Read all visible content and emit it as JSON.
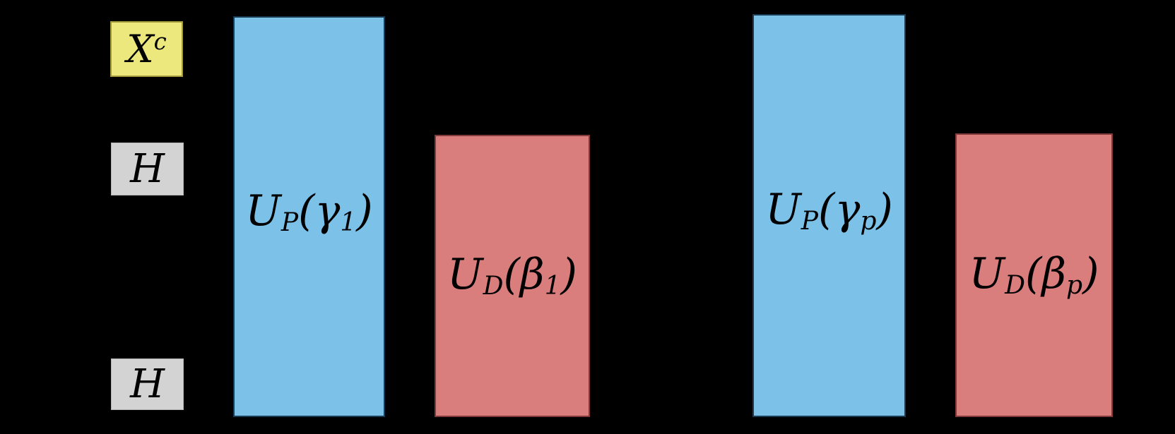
{
  "colors": {
    "background": "#000000",
    "text": "#000000",
    "blue_fill": "#7CC1E8",
    "blue_border": "#1B3C55",
    "red_fill": "#D97D7D",
    "red_border": "#803A3A",
    "yellow_fill": "#EDE87E",
    "yellow_border": "#A39B3E",
    "gray_fill": "#D3D3D3",
    "gray_border": "#B5B5B5"
  },
  "gates": {
    "xc": {
      "base": "X",
      "sup": "c"
    },
    "h_top": {
      "label": "H"
    },
    "h_bottom": {
      "label": "H"
    },
    "up1": {
      "u": "U",
      "usub": "P",
      "lparen": "(",
      "arg": "γ",
      "argsub": "1",
      "rparen": ")"
    },
    "ud1": {
      "u": "U",
      "usub": "D",
      "lparen": "(",
      "arg": "β",
      "argsub": "1",
      "rparen": ")"
    },
    "upp": {
      "u": "U",
      "usub": "P",
      "lparen": "(",
      "arg": "γ",
      "argsub": "p",
      "rparen": ")"
    },
    "udp": {
      "u": "U",
      "usub": "D",
      "lparen": "(",
      "arg": "β",
      "argsub": "p",
      "rparen": ")"
    }
  }
}
